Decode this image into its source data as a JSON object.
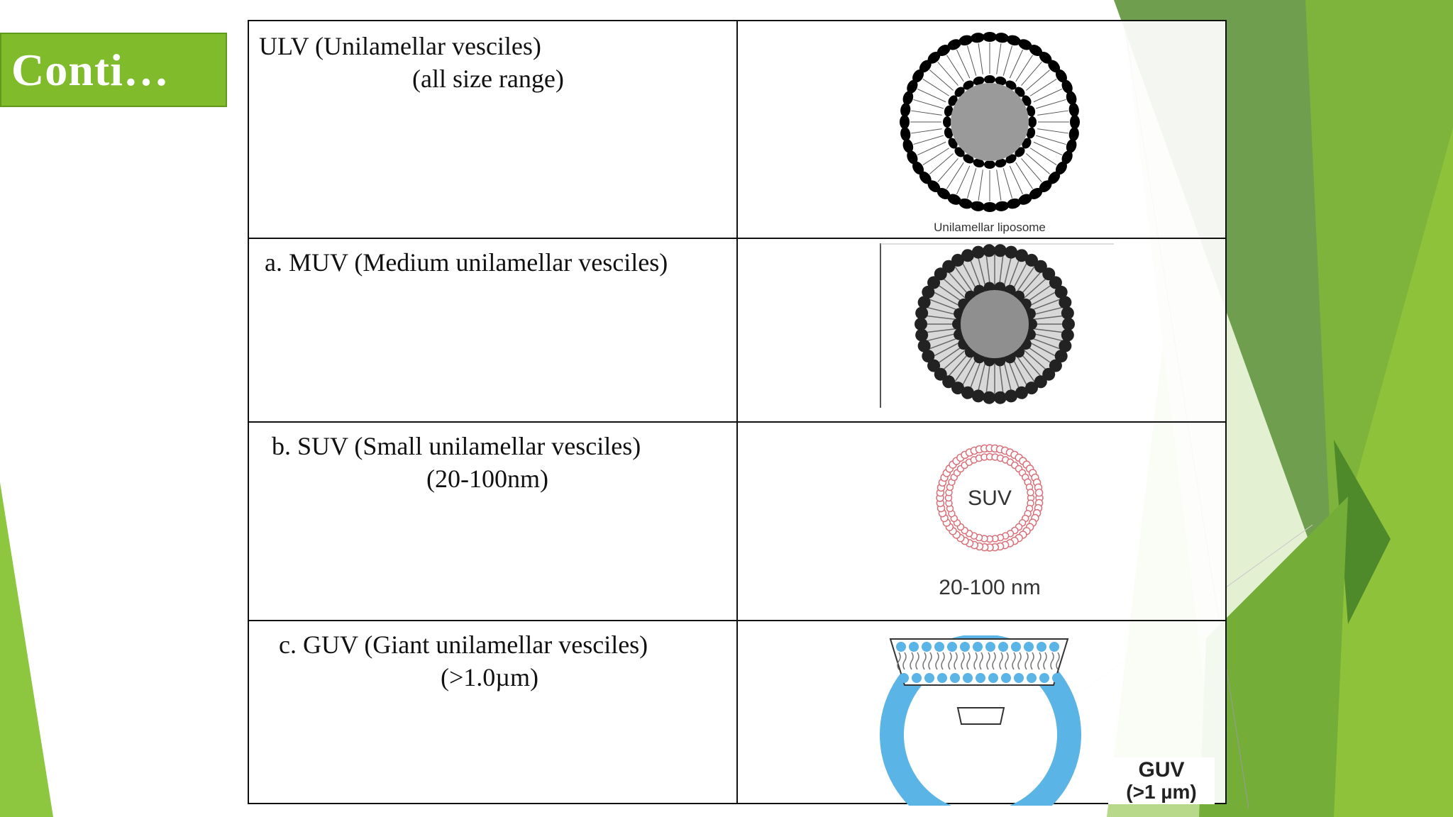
{
  "slide": {
    "title": "Conti…"
  },
  "rows": [
    {
      "line1": "ULV (Unilamellar vesciles)",
      "line2": "(all size range)",
      "figure_caption": "Unilamellar liposome"
    },
    {
      "line1": "a. MUV (Medium unilamellar vesciles)"
    },
    {
      "line1": "b. SUV (Small unilamellar vesciles)",
      "line2": "(20-100nm)",
      "figure_center_label": "SUV",
      "figure_caption": "20-100 nm"
    },
    {
      "line1": "c. GUV (Giant unilamellar vesciles)",
      "line2": "(>1.0µm)",
      "figure_label_line1": "GUV",
      "figure_label_line2": "(>1 µm)"
    }
  ],
  "colors": {
    "green_light": "#8dc63f",
    "green_mid": "#6aa82e",
    "green_dark": "#4f8a2a",
    "title_bg": "#7fbb2b",
    "suv_red": "#d9707a",
    "guv_blue": "#5ab4e5"
  }
}
